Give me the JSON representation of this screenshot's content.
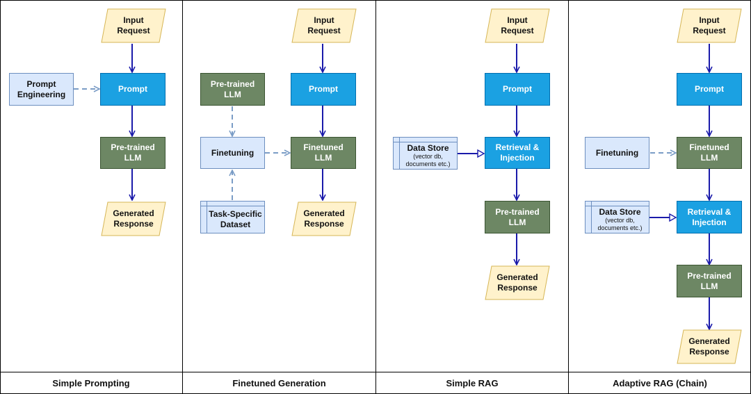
{
  "panels": [
    {
      "title": "Simple Prompting",
      "input": "Input\nRequest",
      "prompt_engineering": "Prompt\nEngineering",
      "prompt": "Prompt",
      "llm": "Pre-trained\nLLM",
      "output": "Generated\nResponse"
    },
    {
      "title": "Finetuned Generation",
      "input": "Input\nRequest",
      "pretrained_llm": "Pre-trained\nLLM",
      "finetuning": "Finetuning",
      "dataset": "Task-Specific\nDataset",
      "prompt": "Prompt",
      "finetuned_llm": "Finetuned LLM",
      "output": "Generated\nResponse"
    },
    {
      "title": "Simple RAG",
      "input": "Input\nRequest",
      "prompt": "Prompt",
      "data_store_title": "Data Store",
      "data_store_detail": "(vector db,\ndocuments etc.)",
      "retrieval": "Retrieval &\nInjection",
      "llm": "Pre-trained\nLLM",
      "output": "Generated\nResponse"
    },
    {
      "title": "Adaptive RAG (Chain)",
      "input": "Input\nRequest",
      "prompt": "Prompt",
      "finetuning": "Finetuning",
      "finetuned_llm": "Finetuned LLM",
      "data_store_title": "Data Store",
      "data_store_detail": "(vector db,\ndocuments etc.)",
      "retrieval": "Retrieval &\nInjection",
      "llm": "Pre-trained\nLLM",
      "output": "Generated\nResponse"
    }
  ],
  "colors": {
    "process_blue": "#1ba1e2",
    "model_green": "#6d8764",
    "input_light_blue": "#dae8fc",
    "io_yellow": "#fff2cc",
    "solid_arrow": "#1a1aaa",
    "dashed_arrow": "#7a9cc6"
  },
  "icons": {
    "io_shape": "parallelogram",
    "store_shape": "internal-storage"
  }
}
